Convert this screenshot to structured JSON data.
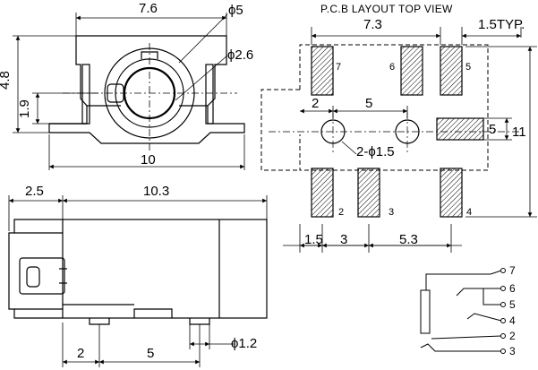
{
  "header": {
    "pcb_title": "P.C.B LAYOUT  TOP VIEW"
  },
  "front_view": {
    "width": "7.6",
    "dia_outer": "ϕ5",
    "dia_inner": "ϕ2.6",
    "height": "4.8",
    "step": "1.9",
    "base": "10"
  },
  "side_view": {
    "left_len": "2.5",
    "body_len": "10.3",
    "pin_a": "2",
    "pin_b": "5",
    "pin_dia": "ϕ1.2"
  },
  "pcb": {
    "top_span": "7.3",
    "typ": "1.5TYP.",
    "hole_gap_a": "2",
    "hole_gap_b": "5",
    "height_pad": "5",
    "total_h": "11",
    "holes": "2-ϕ1.5",
    "bottom_a": "1.5",
    "bottom_b": "3",
    "bottom_c": "5.3",
    "pins": [
      "7",
      "6",
      "5",
      "2",
      "3",
      "4"
    ]
  },
  "schematic": {
    "pins": [
      "7",
      "6",
      "5",
      "4",
      "2",
      "3"
    ]
  },
  "colors": {
    "line": "#000000",
    "background": "#ffffff"
  }
}
